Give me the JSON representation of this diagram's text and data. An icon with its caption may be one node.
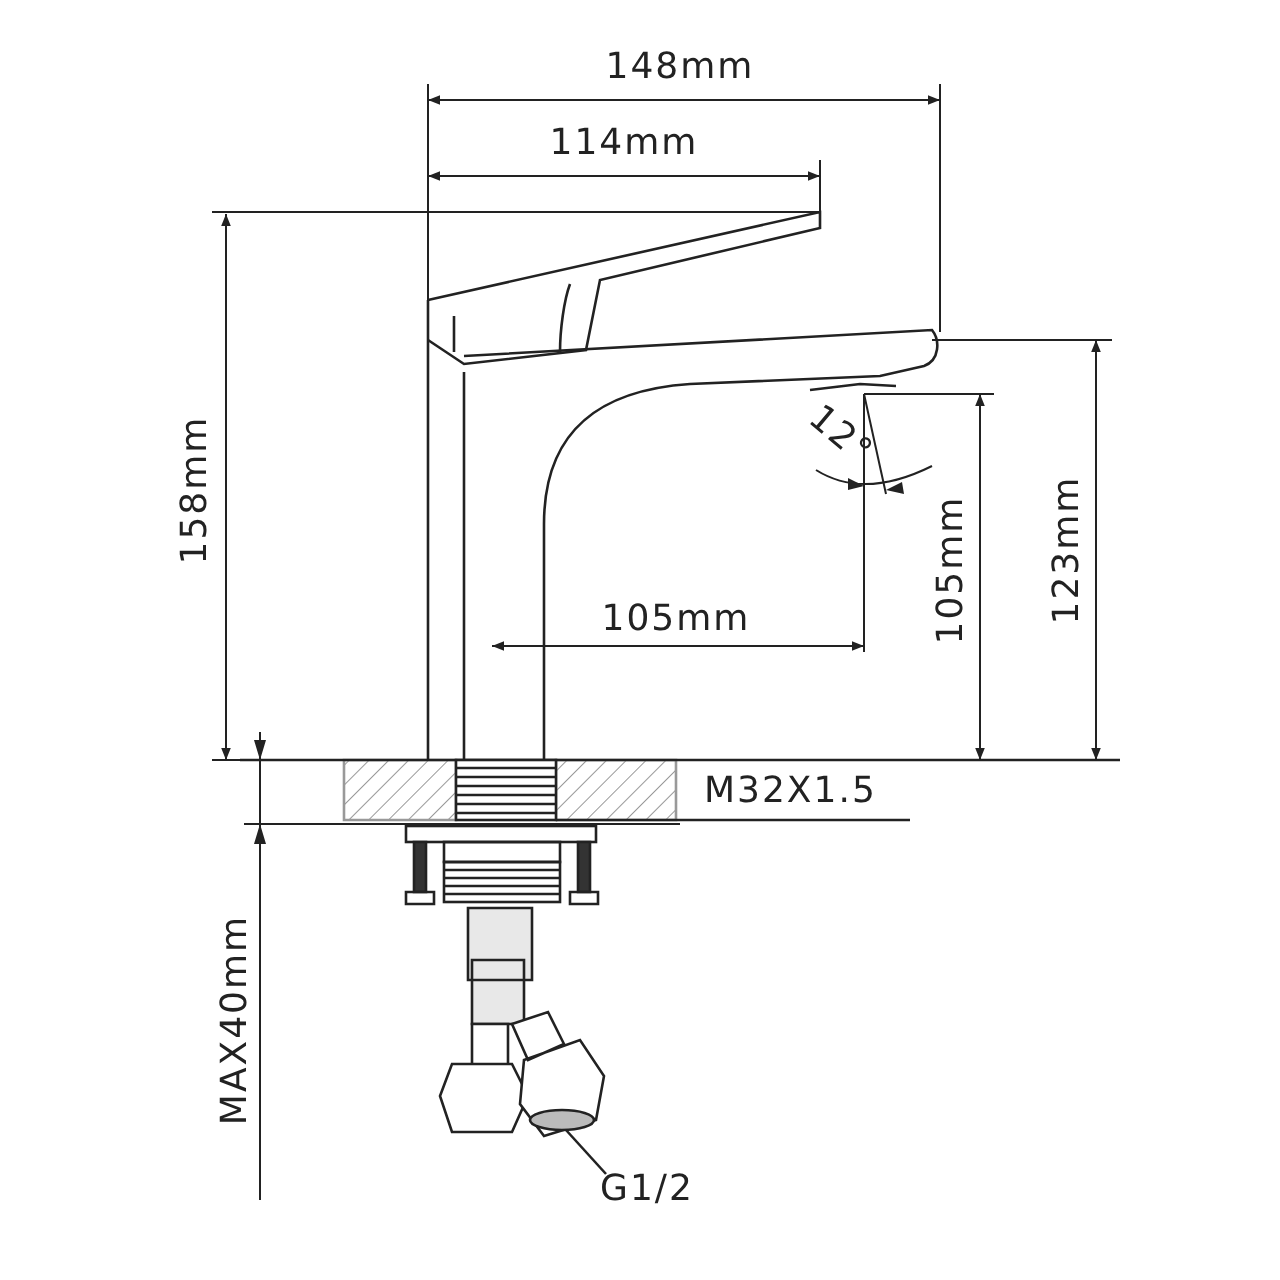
{
  "diagram": {
    "nodes": [
      {
        "text": [
          "M32X1.5"
        ]
      },
      {
        "text": [],
        "shape": "picture"
      },
      {
        "text": [
          "G1/2"
        ]
      },
      {
        "text": [],
        "shape": "picture"
      }
    ],
    "edges": [
      {
        "from": 0,
        "to": 1,
        "arrow": "none"
      },
      {
        "from": 2,
        "to": 3,
        "arrow": "none"
      }
    ],
    "labels": [
      "148mm",
      "114mm",
      "158mm",
      "12°",
      "123mm",
      "105mm",
      "105mm",
      "MAX40mm"
    ]
  }
}
